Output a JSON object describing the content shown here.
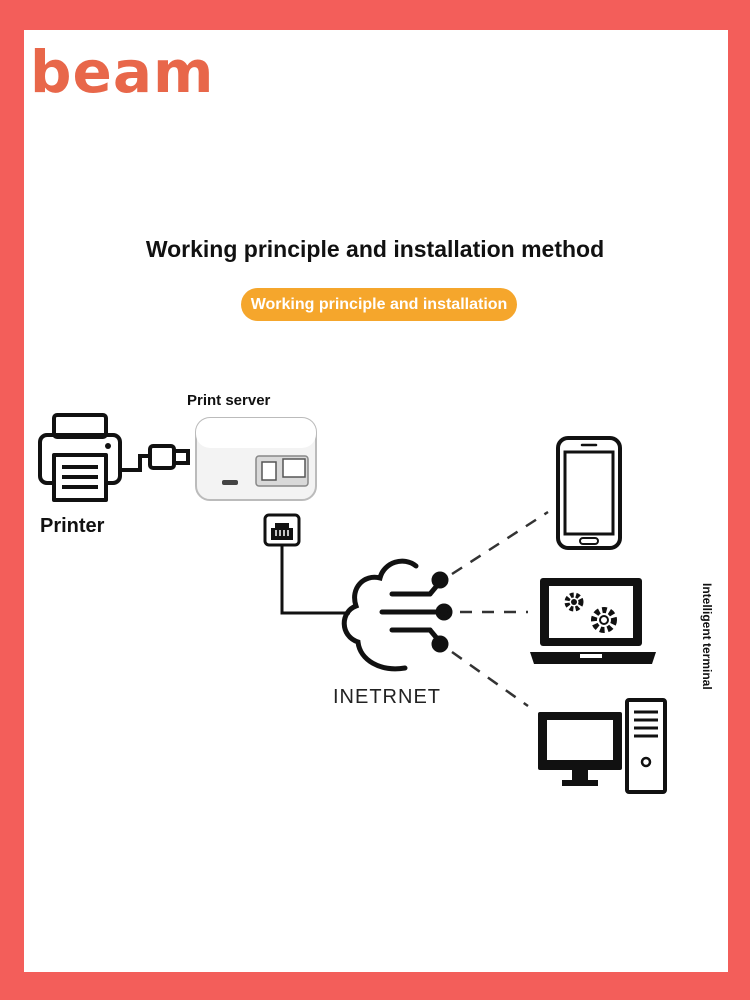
{
  "brand": "beam",
  "title": "Working principle and installation method",
  "subtitle_pill": "Working principle and installation",
  "labels": {
    "print_server": "Print server",
    "printer": "Printer",
    "internet": "INETRNET",
    "intelligent_terminal": "Intelligent terminal"
  },
  "icons": [
    "printer-icon",
    "usb-plug-icon",
    "print-server-device",
    "ethernet-port-icon",
    "cloud-network-icon",
    "smartphone-icon",
    "laptop-icon",
    "desktop-computer-icon"
  ],
  "colors": {
    "border": "#f35e5a",
    "brand": "#e8674a",
    "pill": "#f5a62c"
  }
}
